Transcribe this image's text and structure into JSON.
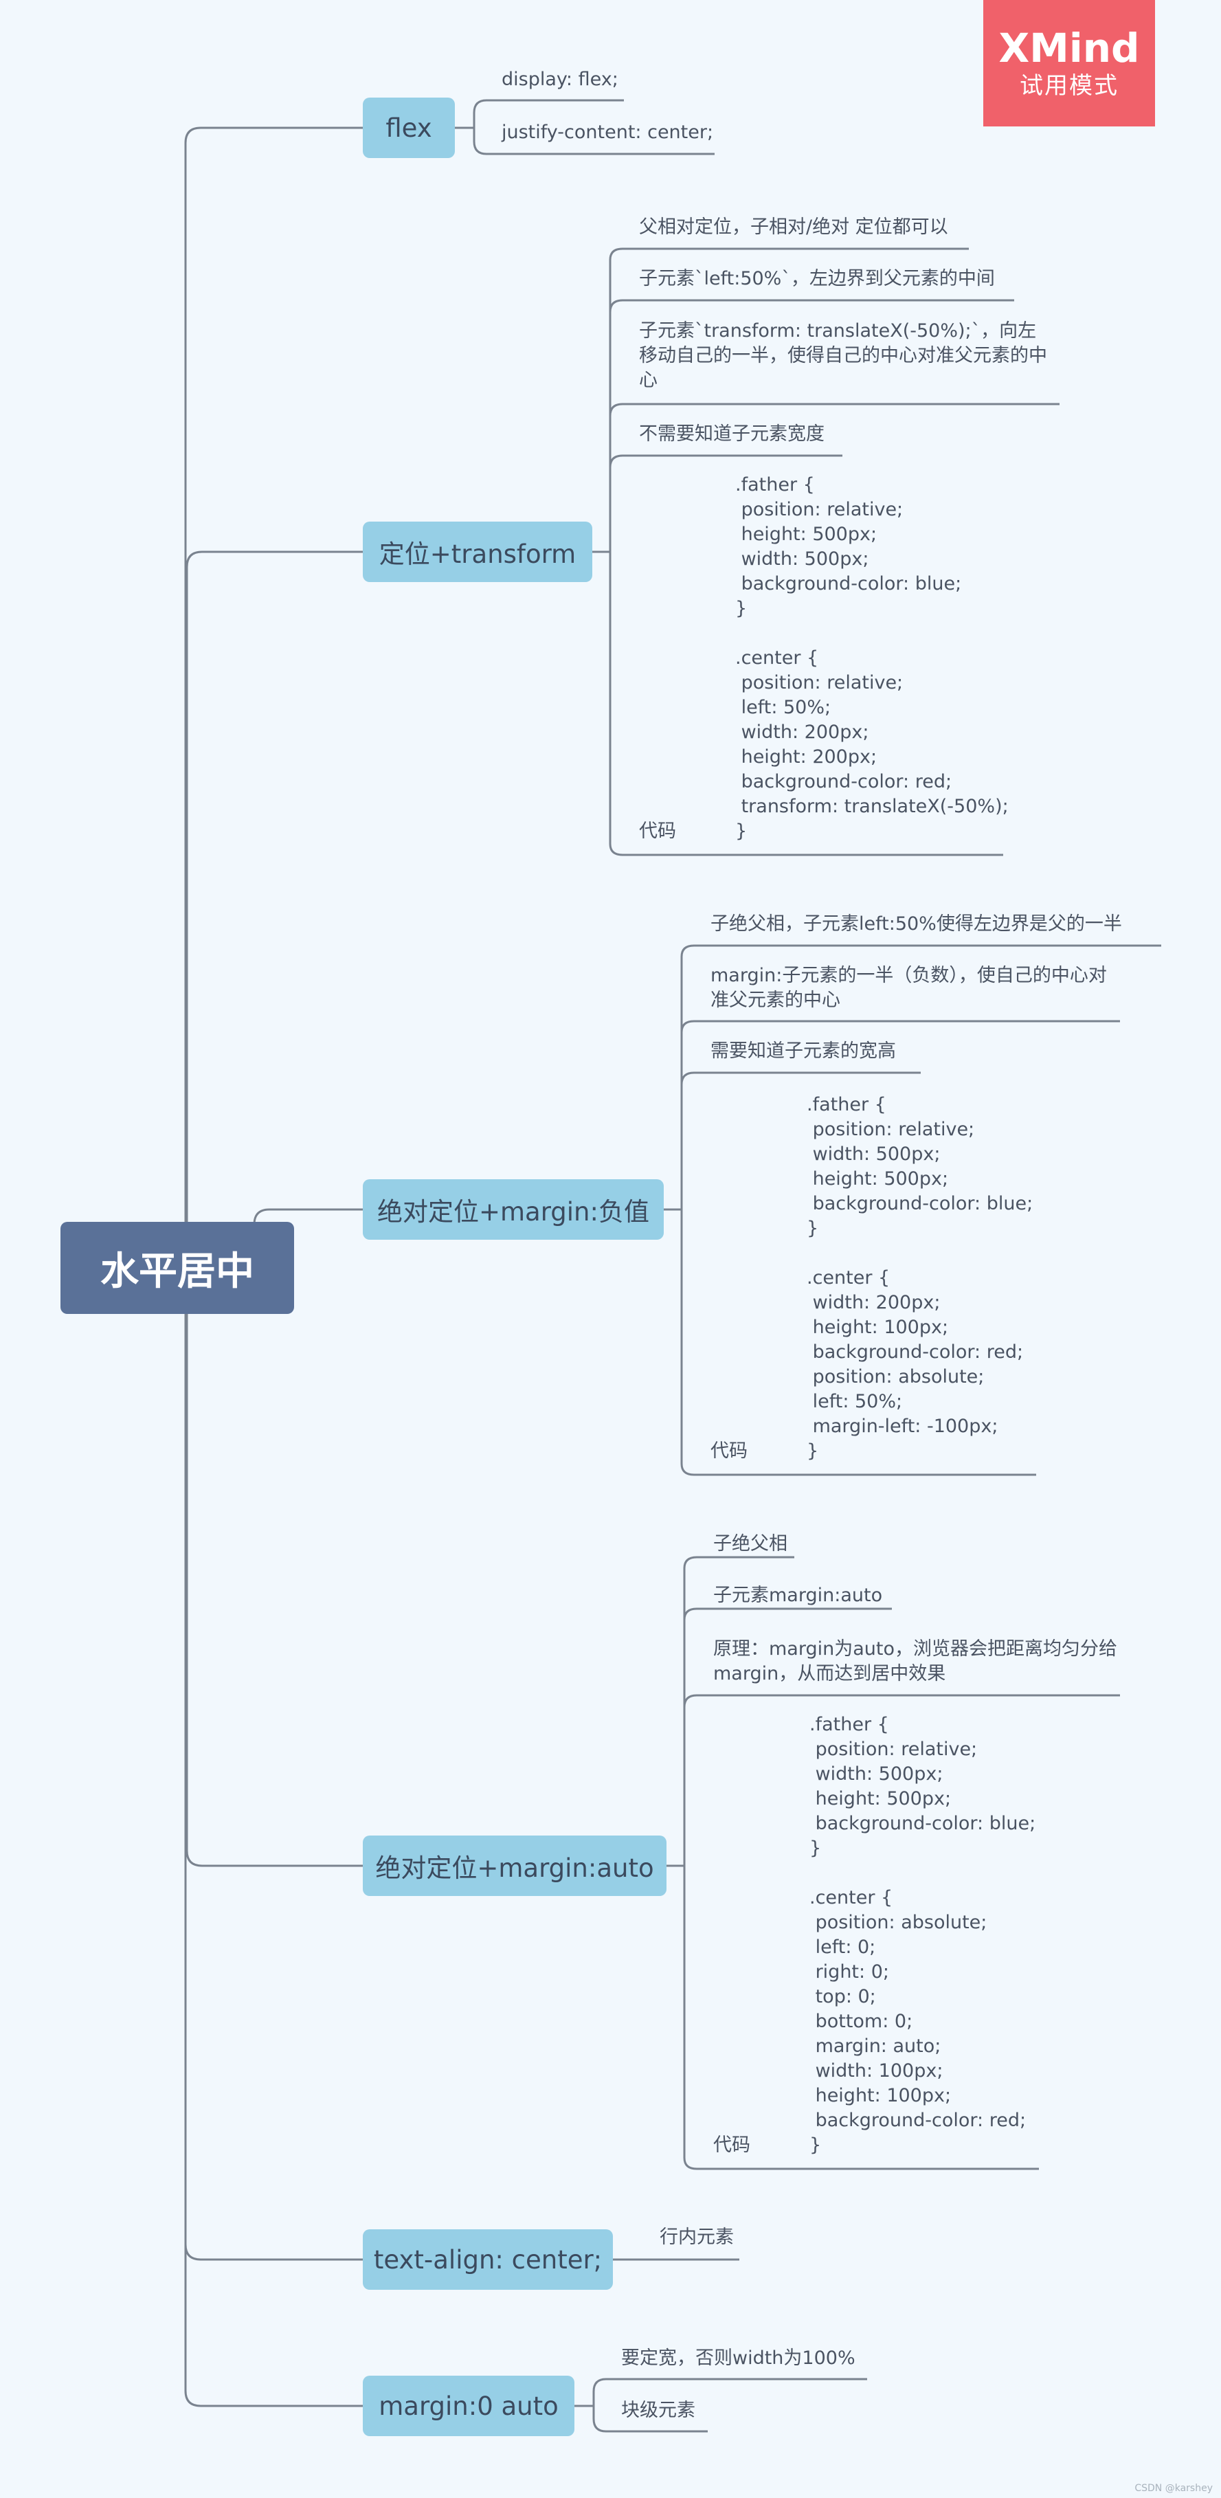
{
  "watermark": {
    "brand": "XMind",
    "mode": "试用模式"
  },
  "root": {
    "label": "水平居中"
  },
  "branches": [
    {
      "label": "flex",
      "leaves": [
        "display: flex;",
        "justify-content: center;"
      ]
    },
    {
      "label": "定位+transform",
      "leaves": [
        "父相对定位，子相对/绝对 定位都可以",
        "子元素`left:50%`，左边界到父元素的中间",
        "子元素`transform: translateX(-50%);`，向左移动自己的一半，使得自己的中心对准父元素的中心",
        "不需要知道子元素宽度"
      ],
      "code_label": "代码",
      "code": ".father {\n position: relative;\n height: 500px;\n width: 500px;\n background-color: blue;\n}\n\n.center {\n position: relative;\n left: 50%;\n width: 200px;\n height: 200px;\n background-color: red;\n transform: translateX(-50%);\n}"
    },
    {
      "label": "绝对定位+margin:负值",
      "leaves": [
        "子绝父相，子元素left:50%使得左边界是父的一半",
        "margin:子元素的一半（负数），使自己的中心对准父元素的中心",
        "需要知道子元素的宽高"
      ],
      "code_label": "代码",
      "code": ".father {\n position: relative;\n width: 500px;\n height: 500px;\n background-color: blue;\n}\n\n.center {\n width: 200px;\n height: 100px;\n background-color: red;\n position: absolute;\n left: 50%;\n margin-left: -100px;\n}"
    },
    {
      "label": "绝对定位+margin:auto",
      "leaves": [
        "子绝父相",
        "子元素margin:auto",
        "原理：margin为auto，浏览器会把距离均匀分给margin，从而达到居中效果"
      ],
      "code_label": "代码",
      "code": ".father {\n position: relative;\n width: 500px;\n height: 500px;\n background-color: blue;\n}\n\n.center {\n position: absolute;\n left: 0;\n right: 0;\n top: 0;\n bottom: 0;\n margin: auto;\n width: 100px;\n height: 100px;\n background-color: red;\n}"
    },
    {
      "label": "text-align: center;",
      "leaves": [
        "行内元素"
      ]
    },
    {
      "label": "margin:0 auto",
      "leaves": [
        "要定宽，否则width为100%",
        "块级元素"
      ]
    }
  ],
  "credit": "CSDN @karshey",
  "colors": {
    "root": "#5a7198",
    "branch": "#96cfe6",
    "line": "#7a838f",
    "badge": "#f0616a",
    "background": "#f2f8fd"
  }
}
